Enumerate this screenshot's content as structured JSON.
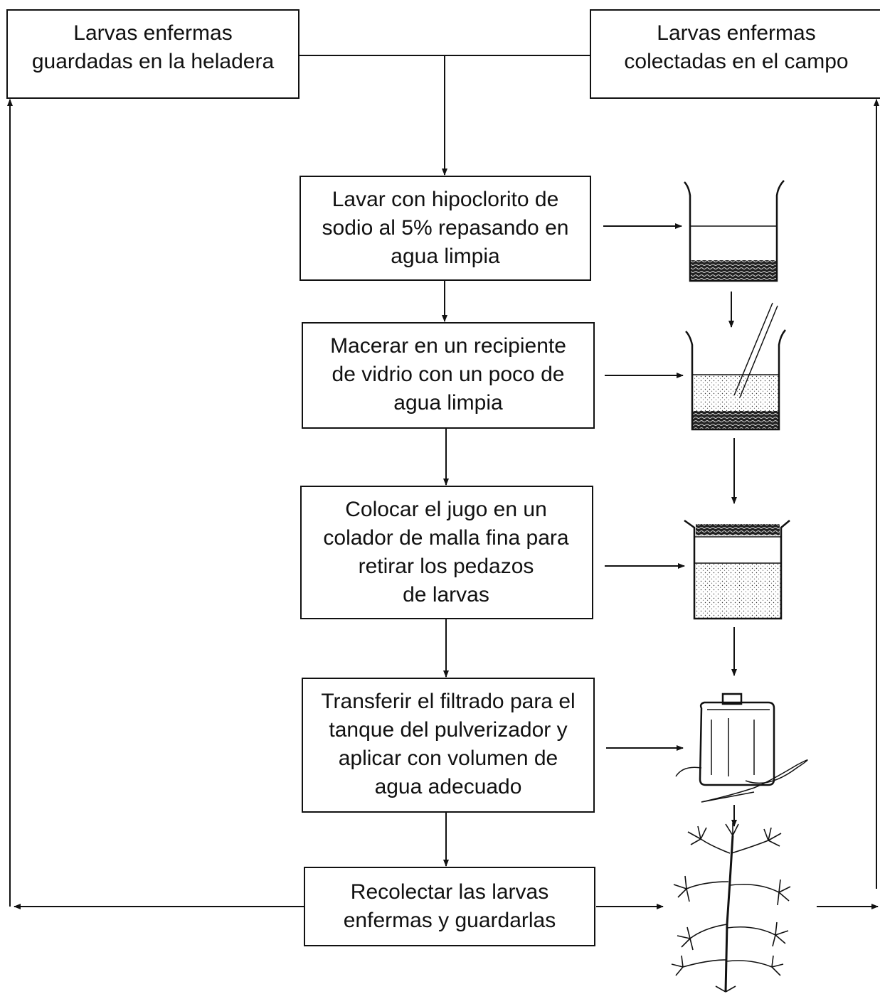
{
  "boxes": {
    "heladera": [
      "Larvas enfermas",
      "guardadas en la heladera"
    ],
    "campo": [
      "Larvas enfermas",
      "colectadas en el campo"
    ],
    "lavar": [
      "Lavar con hipoclorito de",
      "sodio al 5% repasando en",
      "agua limpia"
    ],
    "macerar": [
      "Macerar en un recipiente",
      "de vidrio con un poco de",
      "agua limpia"
    ],
    "colocar": [
      "Colocar el jugo en un",
      "colador de malla fina  para",
      "retirar los pedazos",
      "de larvas"
    ],
    "transferir": [
      "Transferir el filtrado para el",
      "tanque del pulverizador y",
      "aplicar con volumen de",
      "agua adecuado"
    ],
    "recolectar": [
      "Recolectar las larvas",
      "enfermas y guardarlas"
    ]
  },
  "illustrations": [
    "beaker-icon",
    "beaker-with-rod-icon",
    "strainer-icon",
    "backpack-sprayer-icon",
    "cassava-plant-icon"
  ],
  "colors": {
    "ink": "#111111",
    "paper": "#ffffff"
  }
}
